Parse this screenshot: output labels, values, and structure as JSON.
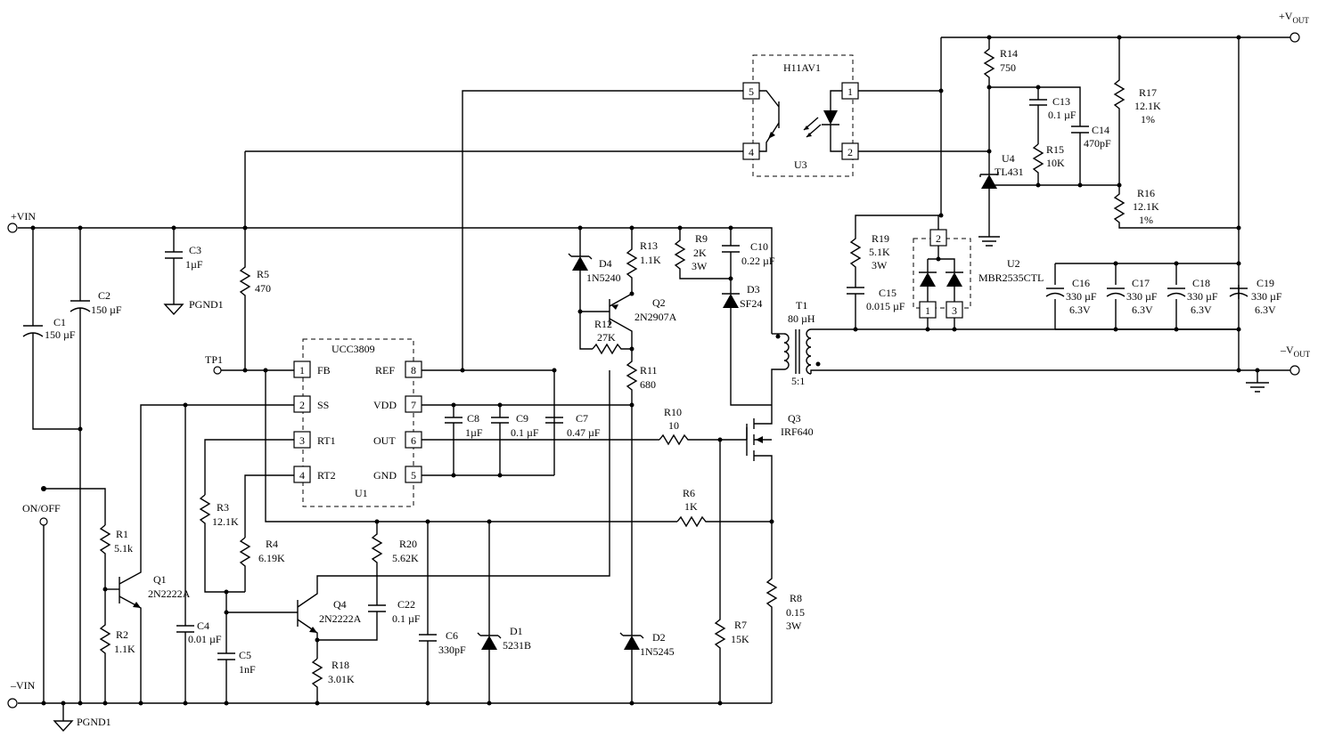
{
  "nets": {
    "vin_pos": "+VIN",
    "vin_neg": "–VIN",
    "vout_pos": "+V",
    "vout_pos_sub": "OUT",
    "vout_neg": "–V",
    "vout_neg_sub": "OUT",
    "on_off": "ON/OFF",
    "tp1": "TP1",
    "pgnd1_a": "PGND1",
    "pgnd1_b": "PGND1"
  },
  "u1": {
    "part": "UCC3809",
    "ref": "U1",
    "pins": {
      "p1": {
        "num": "1",
        "name": "FB"
      },
      "p2": {
        "num": "2",
        "name": "SS"
      },
      "p3": {
        "num": "3",
        "name": "RT1"
      },
      "p4": {
        "num": "4",
        "name": "RT2"
      },
      "p8": {
        "num": "8",
        "name": "REF"
      },
      "p7": {
        "num": "7",
        "name": "VDD"
      },
      "p6": {
        "num": "6",
        "name": "OUT"
      },
      "p5": {
        "num": "5",
        "name": "GND"
      }
    }
  },
  "u3": {
    "part": "H11AV1",
    "ref": "U3",
    "pins": {
      "p5": "5",
      "p4": "4",
      "p1": "1",
      "p2": "2"
    }
  },
  "u2": {
    "part": "MBR2535CTL",
    "ref": "U2",
    "pins": {
      "p2": "2",
      "p1": "1",
      "p3": "3"
    }
  },
  "u4": {
    "ref": "U4",
    "part": "TL431"
  },
  "t1": {
    "ref": "T1",
    "value": "80 µH",
    "ratio": "5:1"
  },
  "resistors": {
    "r1": {
      "ref": "R1",
      "value": "5.1k"
    },
    "r2": {
      "ref": "R2",
      "value": "1.1K"
    },
    "r3": {
      "ref": "R3",
      "value": "12.1K"
    },
    "r4": {
      "ref": "R4",
      "value": "6.19K"
    },
    "r5": {
      "ref": "R5",
      "value": "470"
    },
    "r6": {
      "ref": "R6",
      "value": "1K"
    },
    "r7": {
      "ref": "R7",
      "value": "15K"
    },
    "r8": {
      "ref": "R8",
      "value": "0.15",
      "rating": "3W"
    },
    "r9": {
      "ref": "R9",
      "value": "2K",
      "rating": "3W"
    },
    "r10": {
      "ref": "R10",
      "value": "10"
    },
    "r11": {
      "ref": "R11",
      "value": "680"
    },
    "r12": {
      "ref": "R12",
      "value": "27K"
    },
    "r13": {
      "ref": "R13",
      "value": "1.1K"
    },
    "r14": {
      "ref": "R14",
      "value": "750"
    },
    "r15": {
      "ref": "R15",
      "value": "10K"
    },
    "r16": {
      "ref": "R16",
      "value": "12.1K",
      "tol": "1%"
    },
    "r17": {
      "ref": "R17",
      "value": "12.1K",
      "tol": "1%"
    },
    "r18": {
      "ref": "R18",
      "value": "3.01K"
    },
    "r19": {
      "ref": "R19",
      "value": "5.1K",
      "rating": "3W"
    },
    "r20": {
      "ref": "R20",
      "value": "5.62K"
    }
  },
  "capacitors": {
    "c1": {
      "ref": "C1",
      "value": "150 µF"
    },
    "c2": {
      "ref": "C2",
      "value": "150 µF"
    },
    "c3": {
      "ref": "C3",
      "value": "1µF"
    },
    "c4": {
      "ref": "C4",
      "value": "0.01 µF"
    },
    "c5": {
      "ref": "C5",
      "value": "1nF"
    },
    "c6": {
      "ref": "C6",
      "value": "330pF"
    },
    "c7": {
      "ref": "C7",
      "value": "0.47 µF"
    },
    "c8": {
      "ref": "C8",
      "value": "1µF"
    },
    "c9": {
      "ref": "C9",
      "value": "0.1 µF"
    },
    "c10": {
      "ref": "C10",
      "value": "0.22 µF"
    },
    "c13": {
      "ref": "C13",
      "value": "0.1 µF"
    },
    "c14": {
      "ref": "C14",
      "value": "470pF"
    },
    "c15": {
      "ref": "C15",
      "value": "0.015 µF"
    },
    "c16": {
      "ref": "C16",
      "value": "330 µF",
      "rating": "6.3V"
    },
    "c17": {
      "ref": "C17",
      "value": "330 µF",
      "rating": "6.3V"
    },
    "c18": {
      "ref": "C18",
      "value": "330 µF",
      "rating": "6.3V"
    },
    "c19": {
      "ref": "C19",
      "value": "330 µF",
      "rating": "6.3V"
    },
    "c22": {
      "ref": "C22",
      "value": "0.1 µF"
    }
  },
  "semis": {
    "q1": {
      "ref": "Q1",
      "part": "2N2222A"
    },
    "q2": {
      "ref": "Q2",
      "part": "2N2907A"
    },
    "q3": {
      "ref": "Q3",
      "part": "IRF640"
    },
    "q4": {
      "ref": "Q4",
      "part": "2N2222A"
    },
    "d1": {
      "ref": "D1",
      "part": "5231B"
    },
    "d2": {
      "ref": "D2",
      "part": "1N5245"
    },
    "d3": {
      "ref": "D3",
      "part": "SF24"
    },
    "d4": {
      "ref": "D4",
      "part": "1N5240"
    }
  }
}
